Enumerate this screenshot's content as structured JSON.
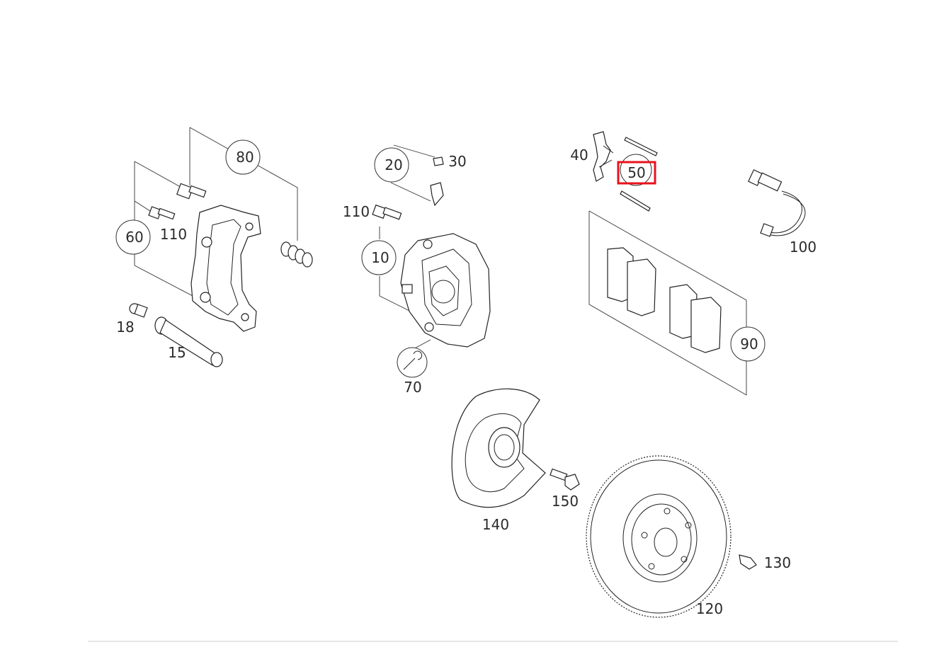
{
  "diagram": {
    "labels": {
      "p10": "10",
      "p15": "15",
      "p18": "18",
      "p20": "20",
      "p30": "30",
      "p40": "40",
      "p50": "50",
      "p60": "60",
      "p70": "70",
      "p80": "80",
      "p90": "90",
      "p100": "100",
      "p110a": "110",
      "p110b": "110",
      "p120": "120",
      "p130": "130",
      "p140": "140",
      "p150": "150"
    },
    "highlighted_part": "50",
    "highlight_color": "#e8121c"
  }
}
